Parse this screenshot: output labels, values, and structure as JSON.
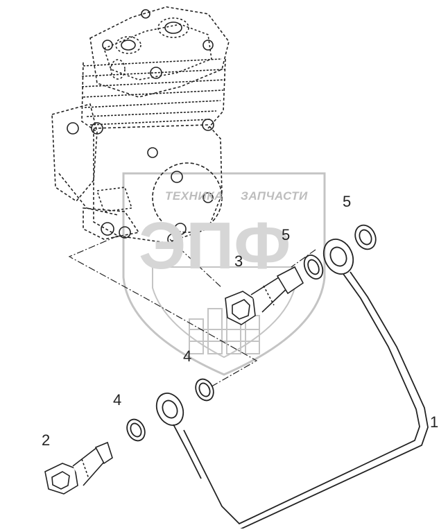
{
  "watermark": {
    "brand_left": "ТЕХНИКА",
    "brand_right": "ЗАПЧАСТИ",
    "monogram": "ЭПФ"
  },
  "callouts": {
    "pipe": "1",
    "bolt": "2",
    "banjo_bolt": "3",
    "washer_lower": "4",
    "washer_middle": "4",
    "washer_upper": "5",
    "washer_upper_inner": "5"
  },
  "colors": {
    "line": "#222222",
    "watermark": "#c8c8c8"
  }
}
